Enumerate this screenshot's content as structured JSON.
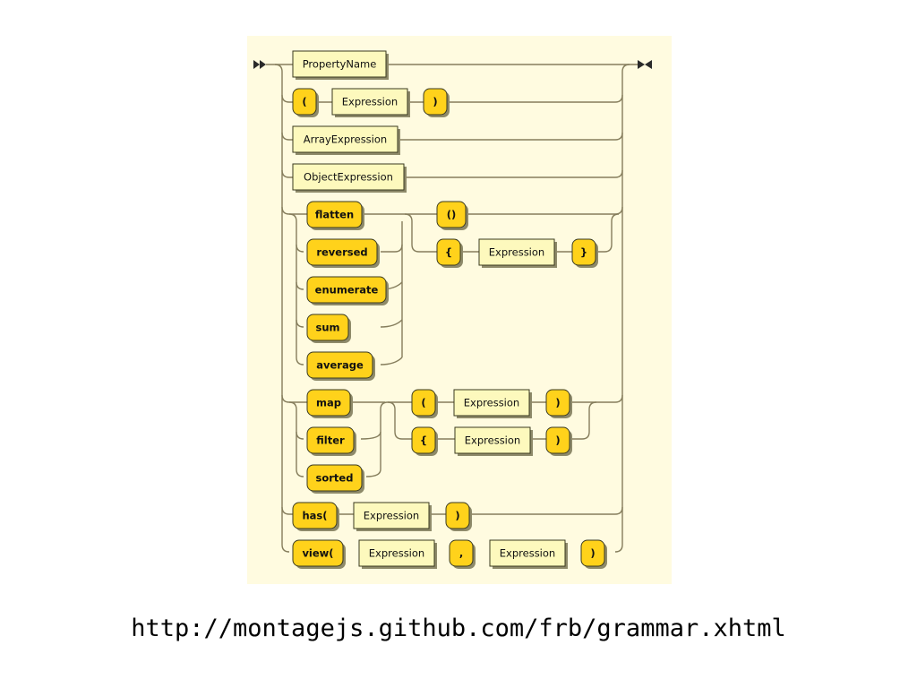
{
  "diagram": {
    "colors": {
      "background": "#fffbe0",
      "terminal": "#ffd21b",
      "nonterminal": "#fdf9bd",
      "line": "#857d5c"
    },
    "nodes": {
      "property_name": "PropertyName",
      "paren_open_1": "(",
      "expression_1": "Expression",
      "paren_close_1": ")",
      "array_expression": "ArrayExpression",
      "object_expression": "ObjectExpression",
      "flatten": "flatten",
      "reversed": "reversed",
      "enumerate": "enumerate",
      "sum": "sum",
      "average": "average",
      "parens_empty": "()",
      "brace_open_1": "{",
      "expression_2": "Expression",
      "brace_close_1": "}",
      "map": "map",
      "filter": "filter",
      "sorted": "sorted",
      "paren_open_2": "(",
      "expression_3": "Expression",
      "paren_close_2": ")",
      "brace_open_2": "{",
      "expression_4": "Expression",
      "paren_close_3": ")",
      "has": "has(",
      "expression_5": "Expression",
      "paren_close_4": ")",
      "view": "view(",
      "expression_6": "Expression",
      "comma": ",",
      "expression_7": "Expression",
      "paren_close_5": ")"
    }
  },
  "caption": {
    "url": "http://montagejs.github.com/frb/grammar.xhtml"
  }
}
